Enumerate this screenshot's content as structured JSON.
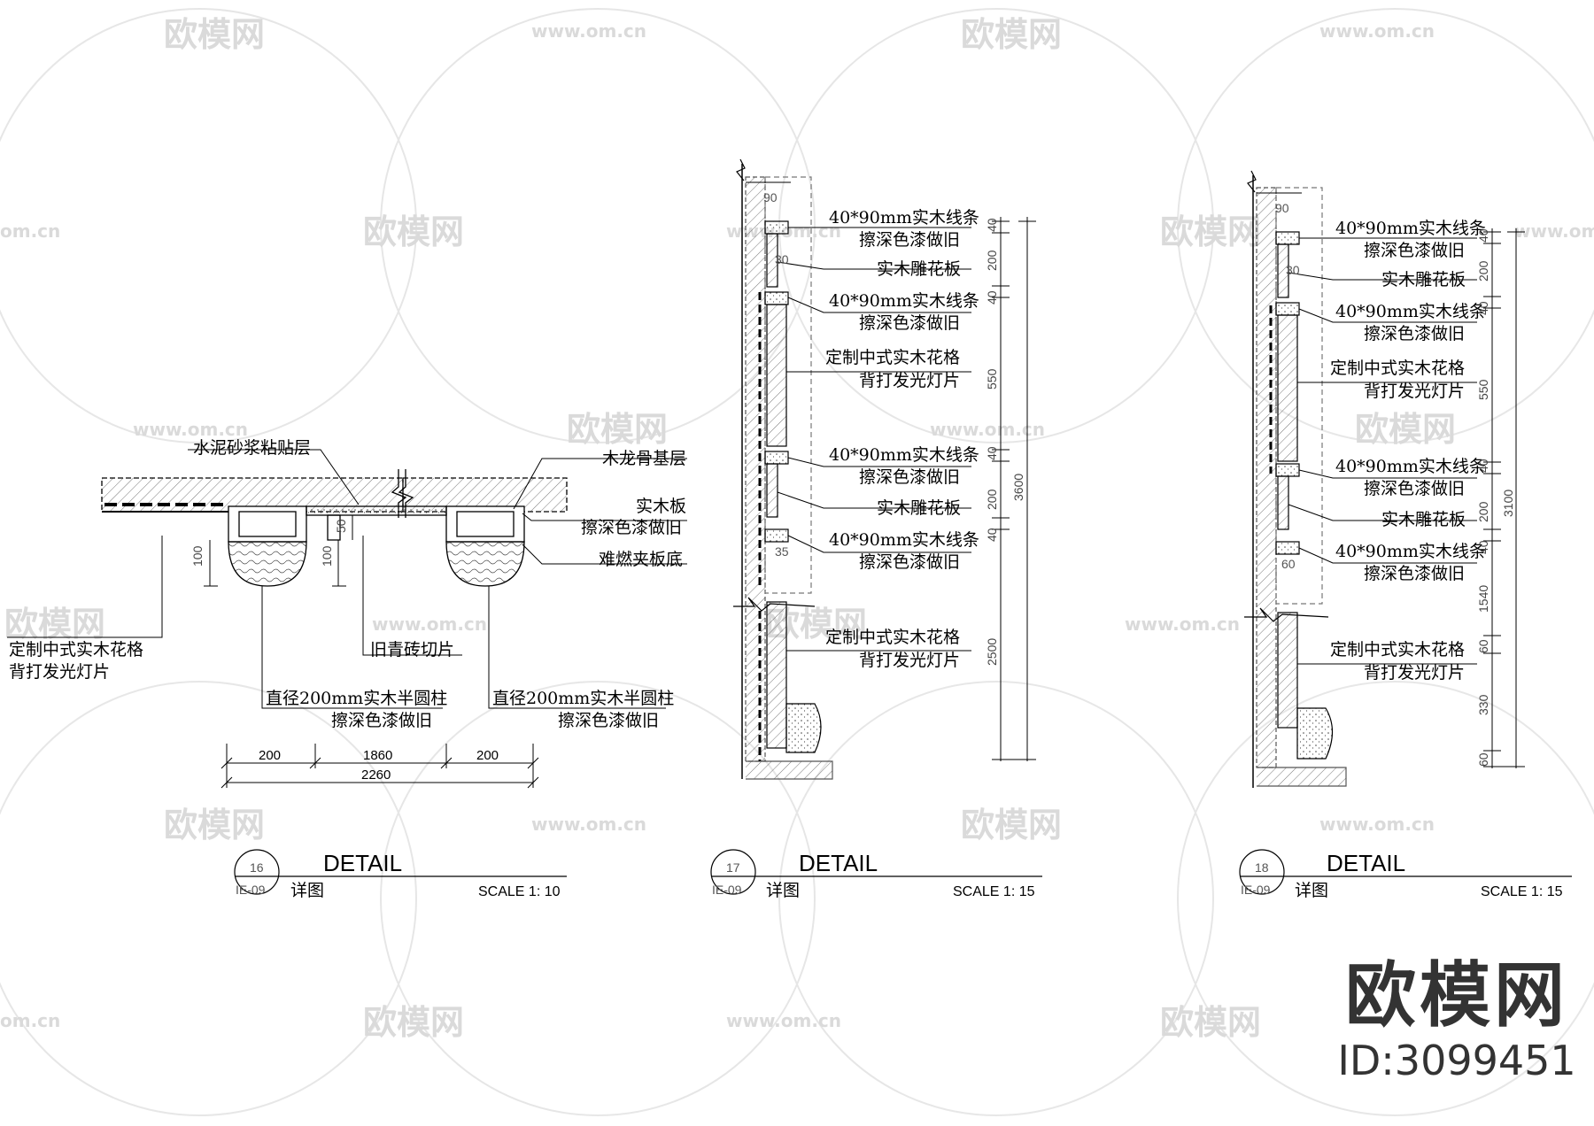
{
  "watermark": {
    "brand": "欧模网",
    "url": "www.om.cn",
    "short_url": "om.cn"
  },
  "brand": {
    "name": "欧模网",
    "id": "ID:3099451"
  },
  "details": [
    {
      "number": "16",
      "sheet": "IE-09",
      "title": "DETAIL",
      "subtitle": "详图",
      "scale": "SCALE   1: 10"
    },
    {
      "number": "17",
      "sheet": "IE-09",
      "title": "DETAIL",
      "subtitle": "详图",
      "scale": "SCALE   1: 15"
    },
    {
      "number": "18",
      "sheet": "IE-09",
      "title": "DETAIL",
      "subtitle": "详图",
      "scale": "SCALE   1: 15"
    }
  ],
  "d16": {
    "labels": {
      "cement": "水泥砂浆粘贴层",
      "keel": "木龙骨基层",
      "solid1": "实木板",
      "solid2": "擦深色漆做旧",
      "fire": "难燃夹板底",
      "lattice1": "定制中式实木花格",
      "lattice2": "背打发光灯片",
      "brick": "旧青砖切片",
      "col_a1": "直径200mm实木半圆柱",
      "col_a2": "擦深色漆做旧",
      "col_b1": "直径200mm实木半圆柱",
      "col_b2": "擦深色漆做旧"
    },
    "dims": {
      "d100a": "100",
      "d100b": "100",
      "d50": "50",
      "w200a": "200",
      "w1860": "1860",
      "w200b": "200",
      "w2260": "2260"
    }
  },
  "d17": {
    "labels": {
      "l1a": "40*90mm实木线条",
      "l1b": "擦深色漆做旧",
      "l2": "实木雕花板",
      "l3a": "40*90mm实木线条",
      "l3b": "擦深色漆做旧",
      "l4a": "定制中式实木花格",
      "l4b": "背打发光灯片",
      "l5a": "40*90mm实木线条",
      "l5b": "擦深色漆做旧",
      "l6": "实木雕花板",
      "l7a": "40*90mm实木线条",
      "l7b": "擦深色漆做旧",
      "l8a": "定制中式实木花格",
      "l8b": "背打发光灯片"
    },
    "dims": {
      "top": "90",
      "a": "40",
      "b": "200",
      "c": "40",
      "d": "550",
      "e": "40",
      "f": "200",
      "g": "40",
      "h": "2500",
      "total": "3600",
      "s1": "30",
      "s2": "35"
    }
  },
  "d18": {
    "labels": {
      "l1a": "40*90mm实木线条",
      "l1b": "擦深色漆做旧",
      "l2": "实木雕花板",
      "l3a": "40*90mm实木线条",
      "l3b": "擦深色漆做旧",
      "l4a": "定制中式实木花格",
      "l4b": "背打发光灯片",
      "l5a": "40*90mm实木线条",
      "l5b": "擦深色漆做旧",
      "l6": "实木雕花板",
      "l7a": "40*90mm实木线条",
      "l7b": "擦深色漆做旧",
      "l8a": "定制中式实木花格",
      "l8b": "背打发光灯片"
    },
    "dims": {
      "top": "90",
      "a": "40",
      "b": "200",
      "c": "40",
      "d": "550",
      "e": "40",
      "f": "200",
      "g": "40",
      "h": "1540",
      "i": "60",
      "j": "330",
      "k": "60",
      "total": "3100",
      "s1": "30",
      "s2": "60"
    }
  }
}
